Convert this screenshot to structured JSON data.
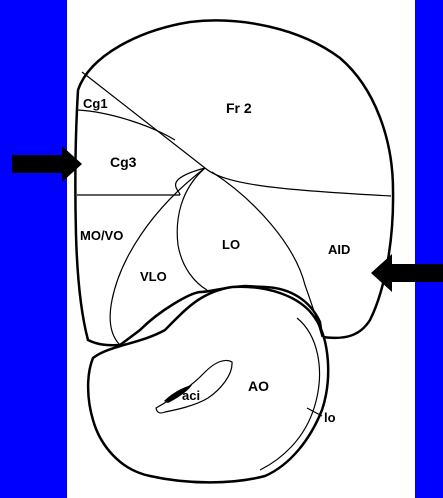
{
  "colors": {
    "background": "#0000ff",
    "panel": "#ffffff",
    "ink": "#000000"
  },
  "regions": [
    {
      "id": "fr2",
      "label": "Fr 2"
    },
    {
      "id": "cg1",
      "label": "Cg1"
    },
    {
      "id": "cg3",
      "label": "Cg3"
    },
    {
      "id": "mo-vo",
      "label": "MO/VO"
    },
    {
      "id": "vlo",
      "label": "VLO"
    },
    {
      "id": "lo",
      "label": "LO"
    },
    {
      "id": "aid",
      "label": "AID"
    },
    {
      "id": "ao",
      "label": "AO"
    },
    {
      "id": "aci",
      "label": "aci"
    },
    {
      "id": "lo-tract",
      "label": "lo"
    }
  ],
  "arrows": [
    {
      "name": "left-arrow-icon",
      "points_to": "Cg3"
    },
    {
      "name": "right-arrow-icon",
      "points_to": "AID"
    }
  ]
}
